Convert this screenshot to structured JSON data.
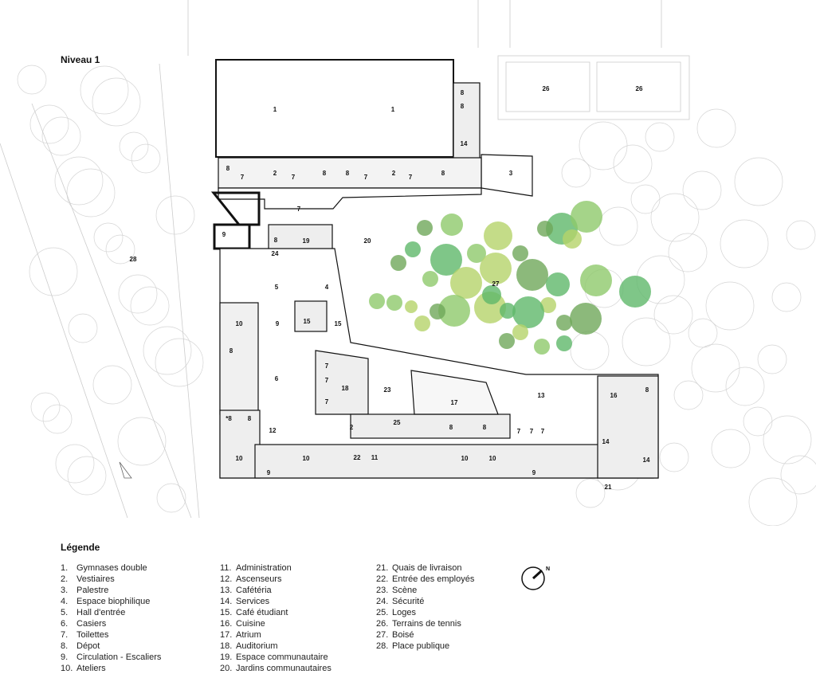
{
  "title": "Niveau 1",
  "legend": {
    "title": "Légende",
    "columns": [
      [
        {
          "n": "1.",
          "t": "Gymnases double"
        },
        {
          "n": "2.",
          "t": "Vestiaires"
        },
        {
          "n": "3.",
          "t": "Palestre"
        },
        {
          "n": "4.",
          "t": "Espace biophilique"
        },
        {
          "n": "5.",
          "t": "Hall d'entrée"
        },
        {
          "n": "6.",
          "t": "Casiers"
        },
        {
          "n": "7.",
          "t": "Toilettes"
        },
        {
          "n": "8.",
          "t": "Dépot"
        },
        {
          "n": "9.",
          "t": "Circulation - Escaliers"
        },
        {
          "n": "10.",
          "t": "Ateliers"
        }
      ],
      [
        {
          "n": "11.",
          "t": "Administration"
        },
        {
          "n": "12.",
          "t": "Ascenseurs"
        },
        {
          "n": "13.",
          "t": "Cafétéria"
        },
        {
          "n": "14.",
          "t": "Services"
        },
        {
          "n": "15.",
          "t": "Café étudiant"
        },
        {
          "n": "16.",
          "t": "Cuisine"
        },
        {
          "n": "17.",
          "t": "Atrium"
        },
        {
          "n": "18.",
          "t": "Auditorium"
        },
        {
          "n": "19.",
          "t": "Espace communautaire"
        },
        {
          "n": "20.",
          "t": "Jardins communautaires"
        }
      ],
      [
        {
          "n": "21.",
          "t": "Quais de livraison"
        },
        {
          "n": "22.",
          "t": "Entrée des employés"
        },
        {
          "n": "23.",
          "t": "Scène"
        },
        {
          "n": "24.",
          "t": "Sécurité"
        },
        {
          "n": "25.",
          "t": "Loges"
        },
        {
          "n": "26.",
          "t": "Terrains de tennis"
        },
        {
          "n": "27.",
          "t": "Boisé"
        },
        {
          "n": "28.",
          "t": "Place publique"
        }
      ]
    ]
  },
  "compass": {
    "label": "N"
  },
  "room_labels": [
    "1",
    "1",
    "8",
    "8",
    "14",
    "26",
    "26",
    "3",
    "8",
    "7",
    "2",
    "7",
    "8",
    "8",
    "7",
    "2",
    "7",
    "8",
    "7",
    "9",
    "8",
    "19",
    "24",
    "20",
    "28",
    "5",
    "4",
    "27",
    "10",
    "9",
    "15",
    "15",
    "8",
    "6",
    "7",
    "7",
    "18",
    "7",
    "23",
    "17",
    "13",
    "16",
    "8",
    "*8",
    "8",
    "2",
    "25",
    "8",
    "8",
    "12",
    "7",
    "7",
    "7",
    "14",
    "10",
    "10",
    "22",
    "11",
    "10",
    "10",
    "9",
    "9",
    "14",
    "21"
  ],
  "colors": {
    "wall": "#111111",
    "room_fill": "#ececec",
    "tree_greens": [
      "#8fc96b",
      "#b5d36a",
      "#6fa85a",
      "#5fb86a"
    ]
  }
}
